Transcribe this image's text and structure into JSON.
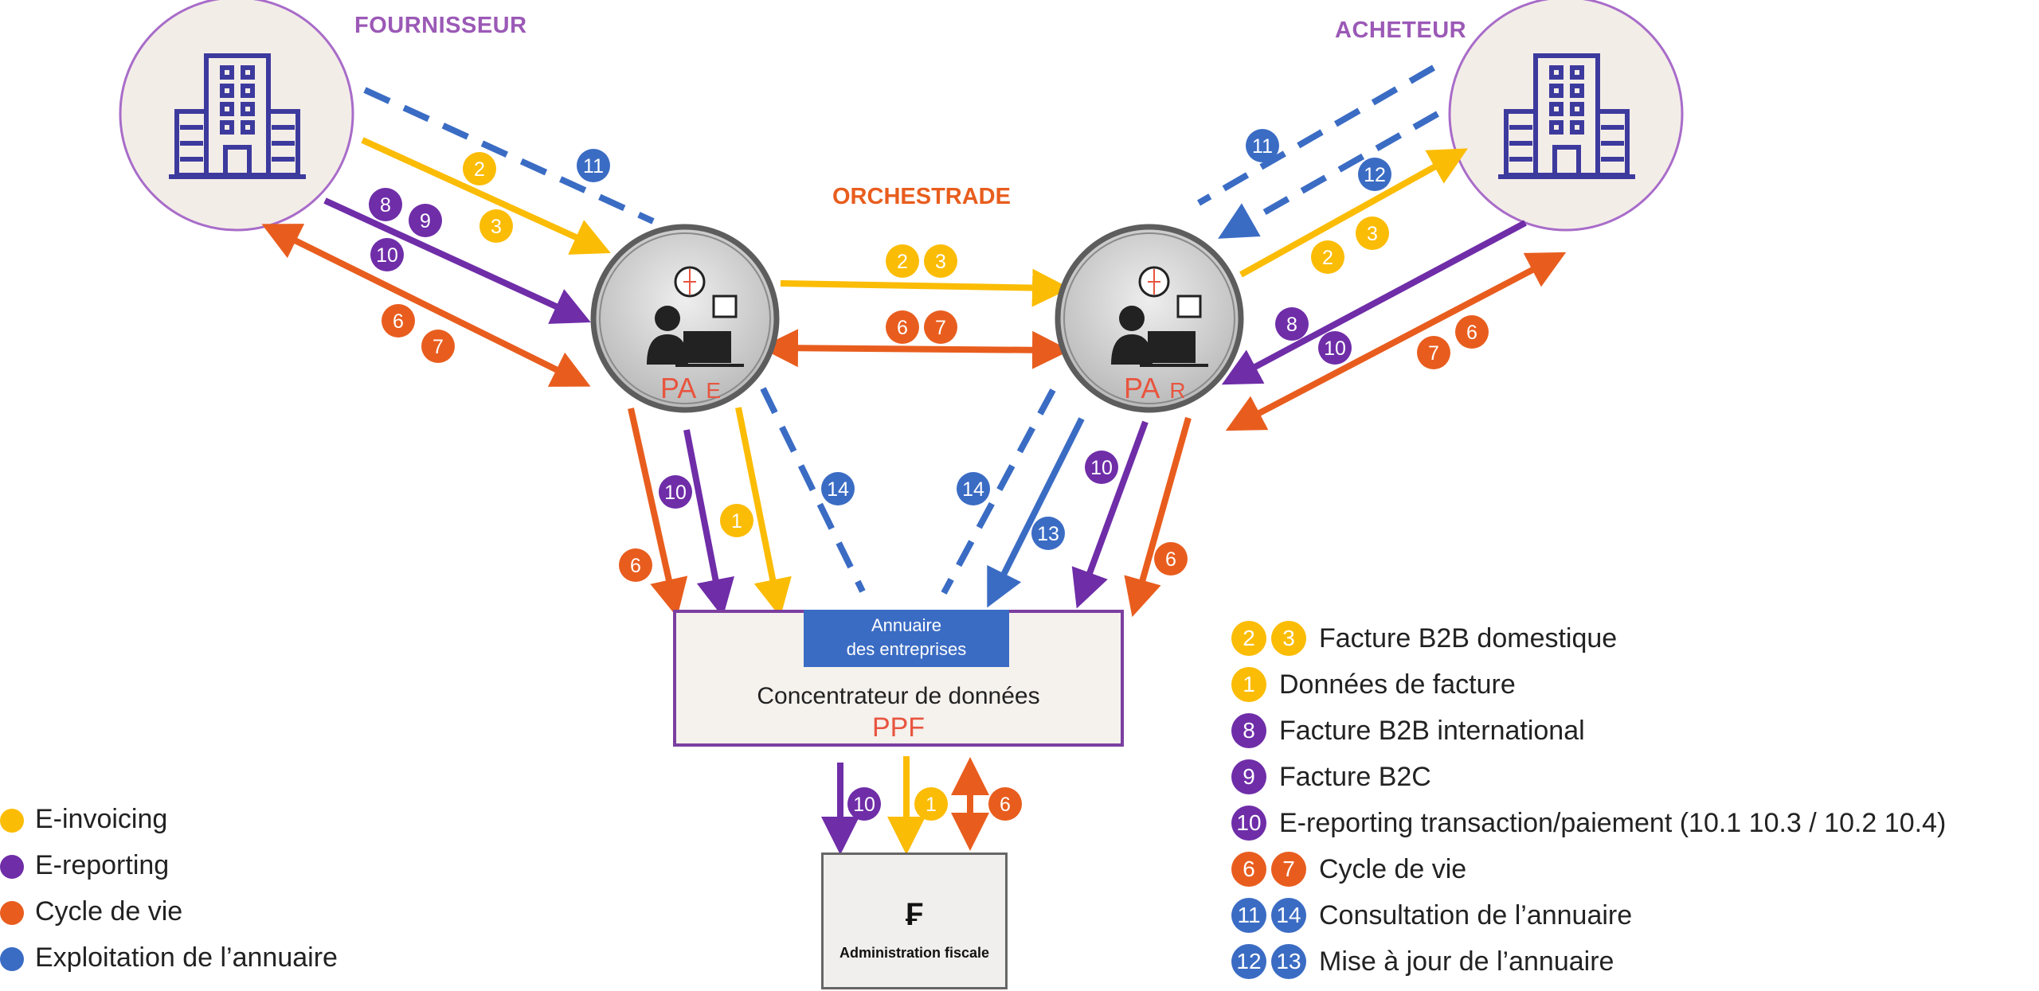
{
  "colors": {
    "einvoicing": "#fbbc05",
    "ereporting": "#6f2da8",
    "cycle": "#e85d1e",
    "annuaire": "#3b6cc4",
    "accent_purple": "#9b59b6"
  },
  "labels": {
    "fournisseur": "FOURNISSEUR",
    "acheteur": "ACHETEUR",
    "orchestrade": "ORCHESTRADE",
    "pa_e_main": "PA",
    "pa_e_sub": "E",
    "pa_r_main": "PA",
    "pa_r_sub": "R",
    "annuaire_line1": "Annuaire",
    "annuaire_line2": "des entreprises",
    "concentrateur": "Concentrateur de données",
    "ppf": "PPF",
    "administration": "Administration fiscale",
    "fiscal_symbol": "₣"
  },
  "badges": {
    "b2": "2",
    "b3": "3",
    "b11": "11",
    "b8": "8",
    "b9": "9",
    "b10": "10",
    "b6": "6",
    "b7": "7",
    "b12": "12",
    "b1": "1",
    "b14": "14",
    "b13": "13"
  },
  "legend_left": [
    {
      "label": "E-invoicing",
      "color": "#fbbc05"
    },
    {
      "label": "E-reporting",
      "color": "#6f2da8"
    },
    {
      "label": "Cycle de vie",
      "color": "#e85d1e"
    },
    {
      "label": "Exploitation de l’annuaire",
      "color": "#3b6cc4"
    }
  ],
  "legend_right": [
    {
      "badges": [
        "2",
        "3"
      ],
      "color": "#fbbc05",
      "label": "Facture B2B domestique"
    },
    {
      "badges": [
        "1"
      ],
      "color": "#fbbc05",
      "label": "Données de facture"
    },
    {
      "badges": [
        "8"
      ],
      "color": "#6f2da8",
      "label": "Facture B2B international"
    },
    {
      "badges": [
        "9"
      ],
      "color": "#6f2da8",
      "label": "Facture B2C"
    },
    {
      "badges": [
        "10"
      ],
      "color": "#6f2da8",
      "label": "E-reporting transaction/paiement (10.1 10.3 / 10.2 10.4)"
    },
    {
      "badges": [
        "6",
        "7"
      ],
      "color": "#e85d1e",
      "label": "Cycle de vie"
    },
    {
      "badges": [
        "11",
        "14"
      ],
      "color": "#3b6cc4",
      "label": "Consultation de l’annuaire"
    },
    {
      "badges": [
        "12",
        "13"
      ],
      "color": "#3b6cc4",
      "label": "Mise à jour de l’annuaire"
    }
  ]
}
